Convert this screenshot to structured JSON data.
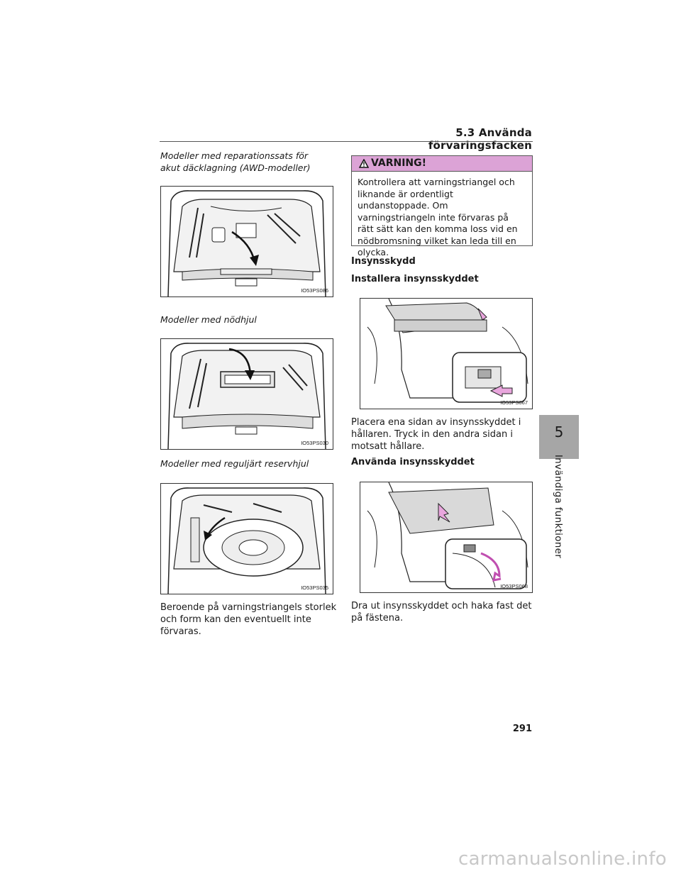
{
  "header": {
    "title": "5.3  Använda förvaringsfacken"
  },
  "left": {
    "caption1": "Modeller med reparationssats för akut däcklagning (AWD-modeller)",
    "fig1_code": "IO53PS086",
    "caption2": "Modeller med nödhjul",
    "fig2_code": "IO53PS030",
    "caption3": "Modeller med reguljärt reservhjul",
    "fig3_code": "IO53PS035",
    "bottom_text": "Beroende på varningstriangels storlek och form kan den eventuellt inte förvaras."
  },
  "right": {
    "warning_title": "VARNING!",
    "warning_icon": "warning-triangle-icon",
    "warning_text": "Kontrollera att varningstriangel och liknande är ordentligt undanstoppade. Om varningstriangeln inte förvaras på rätt sätt kan den komma loss vid en nödbromsning vilket kan leda till en olycka.",
    "heading1": "Insynsskydd",
    "heading2": "Installera insynsskyddet",
    "fig4_code": "IO53PS067",
    "text1": "Placera ena sidan av insynsskyddet i hållaren. Tryck in den andra sidan i motsatt hållare.",
    "heading3": "Använda insynsskyddet",
    "fig5_code": "IO53PS068",
    "text2": "Dra ut insynsskyddet och haka fast det på fästena."
  },
  "sidebar": {
    "chapter_number": "5",
    "chapter_label": "Invändiga funktioner"
  },
  "footer": {
    "page_number": "291",
    "watermark": "carmanualsonline.info"
  },
  "colors": {
    "warning_header": "#dca3d6",
    "chapter_tab": "#a6a6a6",
    "arrow_fill": "#e9a6dd"
  }
}
